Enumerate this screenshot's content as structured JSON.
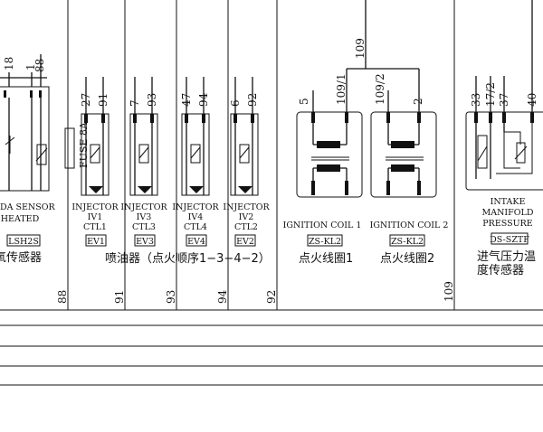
{
  "wire_labels": {
    "o2_18": "18",
    "o2_1": "1",
    "o2_88": "88",
    "inj1_27": "27",
    "inj1_91": "91",
    "inj3_7": "7",
    "inj3_93": "93",
    "inj4_47": "47",
    "inj4_94": "94",
    "inj2_6": "6",
    "inj2_92": "92",
    "coil_109": "109",
    "coil1_5": "5",
    "coil1_109_1": "109/1",
    "coil2_109_2": "109/2",
    "coil2_2": "2",
    "map_33": "33",
    "map_17_2": "17/2",
    "map_37": "37",
    "map_40": "40",
    "bus_88": "88",
    "bus_91": "91",
    "bus_93": "93",
    "bus_94": "94",
    "bus_92": "92",
    "bus_109": "109"
  },
  "fuse": {
    "label": "FUSE 8A"
  },
  "components": {
    "o2_sensor": {
      "name_line1": "MEDA SENSOR",
      "name_line2": "HEATED",
      "code": "LSH2S",
      "cn": "氧传感器"
    },
    "injector1": {
      "name": "INJECTOR",
      "num": "IV1",
      "ctl": "CTL1",
      "code": "EV1"
    },
    "injector3": {
      "name": "INJECTOR",
      "num": "IV3",
      "ctl": "CTL3",
      "code": "EV3"
    },
    "injector4": {
      "name": "INJECTOR",
      "num": "IV4",
      "ctl": "CTL4",
      "code": "EV4"
    },
    "injector2": {
      "name": "INJECTOR",
      "num": "IV2",
      "ctl": "CTL2",
      "code": "EV2"
    },
    "injector_group_cn": "喷油器（点火顺序1−3−4−2）",
    "coil1": {
      "name": "IGNITION COIL 1",
      "code": "ZS-KL2",
      "cn": "点火线圈1"
    },
    "coil2": {
      "name": "IGNITION COIL 2",
      "code": "ZS-KL2",
      "cn": "点火线圈2"
    },
    "map_sensor": {
      "name_line1": "INTAKE",
      "name_line2": "MANIFOLD",
      "name_line3": "PRESSURE",
      "code": "DS-SZTF",
      "cn_line1": "进气压力温",
      "cn_line2": "度传感器"
    }
  }
}
